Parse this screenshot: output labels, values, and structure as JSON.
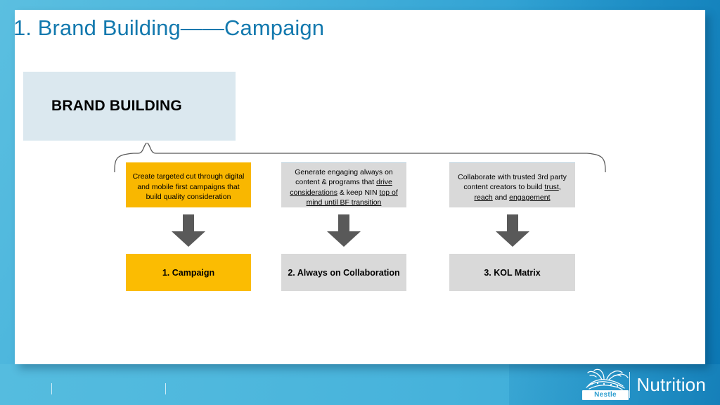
{
  "slide": {
    "title": "1. Brand Building——Campaign",
    "header_box_label": "BRAND BUILDING",
    "colors": {
      "title_blue": "#1379AE",
      "header_box_fill": "#DBE8EF",
      "accent_amber": "#F9B700",
      "result_amber": "#FBBC02",
      "neutral_grey": "#D9D9D9",
      "arrow_grey": "#595959",
      "background_blue": "#2C9ED1",
      "footer_band_blue": "#4FB8DD"
    }
  },
  "columns": [
    {
      "description": {
        "segments": [
          {
            "text": "Create targeted cut through digital and mobile first campaigns that build quality consideration",
            "underline": false
          }
        ],
        "style": "amber"
      },
      "arrow_icon": "down-arrow-icon",
      "result": {
        "label": "1. Campaign",
        "style": "amber"
      }
    },
    {
      "description": {
        "segments": [
          {
            "text": "Generate engaging always on content & programs that ",
            "underline": false
          },
          {
            "text": "drive considerations",
            "underline": true
          },
          {
            "text": " & keep NIN ",
            "underline": false
          },
          {
            "text": "top of mind until BF transition",
            "underline": true
          }
        ],
        "style": "grey"
      },
      "arrow_icon": "down-arrow-icon",
      "result": {
        "label": "2. Always on Collaboration",
        "style": "grey"
      }
    },
    {
      "description": {
        "segments": [
          {
            "text": "Collaborate with trusted 3rd party content creators to build ",
            "underline": false
          },
          {
            "text": "trust",
            "underline": true
          },
          {
            "text": ", ",
            "underline": false
          },
          {
            "text": "reach",
            "underline": true
          },
          {
            "text": " and ",
            "underline": false
          },
          {
            "text": "engagement",
            "underline": true
          }
        ],
        "style": "grey"
      },
      "arrow_icon": "down-arrow-icon",
      "result": {
        "label": "3. KOL Matrix",
        "style": "grey"
      }
    }
  ],
  "footer": {
    "logo": {
      "nest_icon": "nestle-nest-birds-icon",
      "wordmark": "Nestle",
      "business_name": "Nutrition"
    }
  }
}
